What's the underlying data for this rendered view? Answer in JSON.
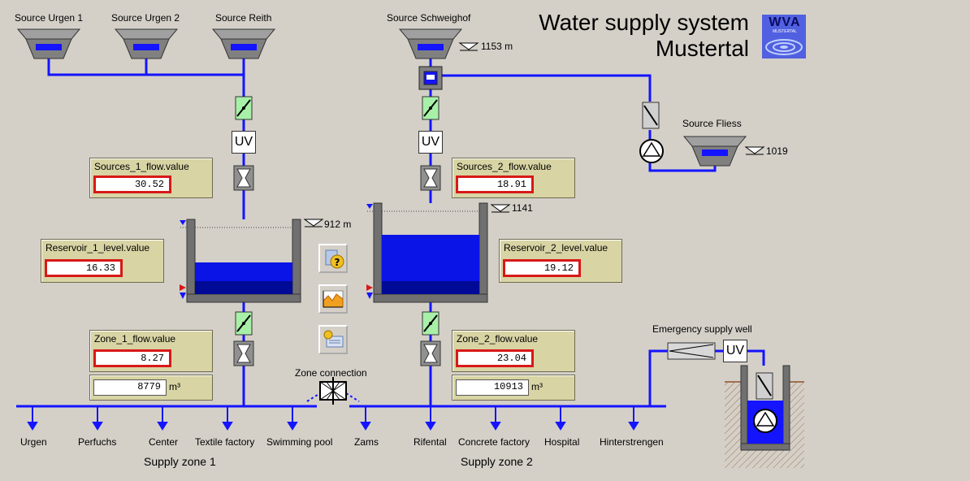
{
  "title": {
    "line1": "Water supply system",
    "line2": "Mustertal"
  },
  "logo": {
    "text": "WVA",
    "subtext": "MUSTERTAL"
  },
  "sources": {
    "urgen1": "Source Urgen 1",
    "urgen2": "Source Urgen 2",
    "reith": "Source Reith",
    "schweighof": "Source Schweighof",
    "fliess": "Source Fliess"
  },
  "elevations": {
    "schweighof": "1153 m",
    "fliess": "1019",
    "reservoir1": "912 m",
    "reservoir2": "1141"
  },
  "uv_label": "UV",
  "panels": {
    "sources1": {
      "label": "Sources_1_flow.value",
      "value": "30.52"
    },
    "sources2": {
      "label": "Sources_2_flow.value",
      "value": "18.91"
    },
    "reservoir1": {
      "label": "Reservoir_1_level.value",
      "value": "16.33"
    },
    "reservoir2": {
      "label": "Reservoir_2_level.value",
      "value": "19.12"
    },
    "zone1": {
      "label": "Zone_1_flow.value",
      "value": "8.27",
      "volume": "8779",
      "unit": "m³"
    },
    "zone2": {
      "label": "Zone_2_flow.value",
      "value": "23.04",
      "volume": "10913",
      "unit": "m³"
    }
  },
  "reservoir_levels": {
    "reservoir1": 0.42,
    "reservoir2": 0.65
  },
  "labels": {
    "zone_connection": "Zone connection",
    "emergency_well": "Emergency supply well",
    "supply_zone1": "Supply zone 1",
    "supply_zone2": "Supply zone 2"
  },
  "consumers": {
    "zone1": [
      "Urgen",
      "Perfuchs",
      "Center",
      "Textile factory",
      "Swimming pool"
    ],
    "zone2": [
      "Zams",
      "Rifental",
      "Concrete factory",
      "Hospital",
      "Hinterstrengen"
    ]
  },
  "buttons": [
    "help-icon",
    "trend-chart-icon",
    "alarm-info-icon"
  ],
  "colors": {
    "pipe": "#1414ff",
    "water": "#0a14e6",
    "water_dark": "#000a96",
    "panel": "#d8d4a4",
    "value_border": "#d81818",
    "valve": "#a8f0a8"
  }
}
